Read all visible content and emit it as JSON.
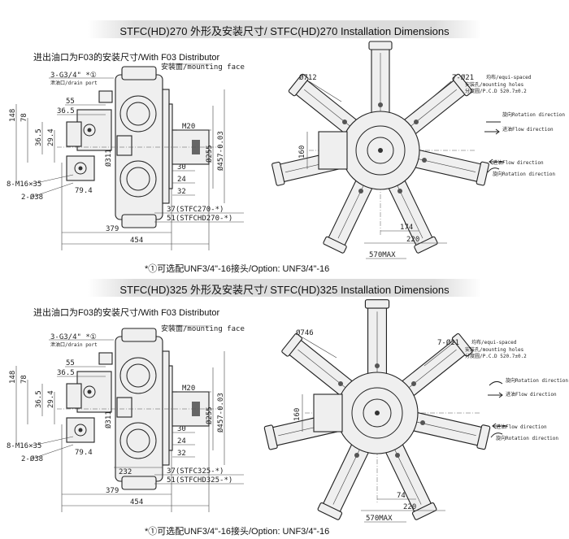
{
  "sections": [
    {
      "title": "STFC(HD)270 外形及安装尺寸/ STFC(HD)270 Installation Dimensions",
      "subtitle": "进出油口为F03的安装尺寸/With F03 Distributor",
      "note": "*①可选配UNF3/4\"-16接头/Option: UNF3/4\"-16",
      "side": {
        "mounting_face": "安装面/mounting face",
        "drain_port": "3-G3/4\" *①",
        "drain_port_cn": "泄油口/drain port",
        "dims": [
          "55",
          "36.5",
          "148",
          "78",
          "36.5",
          "29.4",
          "79.4",
          "8-M16×35",
          "2-Ø38",
          "M20",
          "30",
          "24",
          "32",
          "Ø311",
          "Ø255",
          "Ø457-0.03",
          "379",
          "454"
        ],
        "len_std": "37(STFC270-*)",
        "len_hd": "51(STFCHD270-*)"
      },
      "front": {
        "diameter": "Ø712",
        "holes": "7-Ø21",
        "holes_cn": "均布/equi-spaced",
        "holes_desc": "安装孔/mounting holes",
        "pcd": "分度圆/P.C.D 520.7±0.2",
        "rotation_cn": "旋向",
        "rotation": "Rotation direction",
        "flow_cn": "进油",
        "flow": "Flow direction",
        "height": "160",
        "dim1": "174",
        "dim2": "220",
        "max": "570MAX"
      }
    },
    {
      "title": "STFC(HD)325 外形及安装尺寸/ STFC(HD)325 Installation Dimensions",
      "subtitle": "进出油口为F03的安装尺寸/With F03 Distributor",
      "note": "*①可选配UNF3/4\"-16接头/Option: UNF3/4\"-16",
      "side": {
        "mounting_face": "安装面/mounting face",
        "drain_port": "3-G3/4\" *①",
        "drain_port_cn": "泄油口/drain port",
        "dims": [
          "55",
          "36.5",
          "148",
          "78",
          "36.5",
          "29.4",
          "79.4",
          "8-M16×35",
          "2-Ø38",
          "M20",
          "30",
          "24",
          "32",
          "Ø311",
          "Ø255",
          "Ø457-0.03",
          "379",
          "454",
          "232"
        ],
        "len_std": "37(STFC325-*)",
        "len_hd": "51(STFCHD325-*)"
      },
      "front": {
        "diameter": "Ø746",
        "holes": "7-Ø21",
        "holes_cn": "均布/equi-spaced",
        "holes_desc": "安装孔/mounting holes",
        "pcd": "分度圆/P.C.D 520.7±0.2",
        "rotation_cn": "旋向",
        "rotation": "Rotation direction",
        "flow_cn": "进油",
        "flow": "Flow direction",
        "height": "160",
        "dim1": "74",
        "dim2": "220",
        "max": "570MAX"
      }
    }
  ]
}
